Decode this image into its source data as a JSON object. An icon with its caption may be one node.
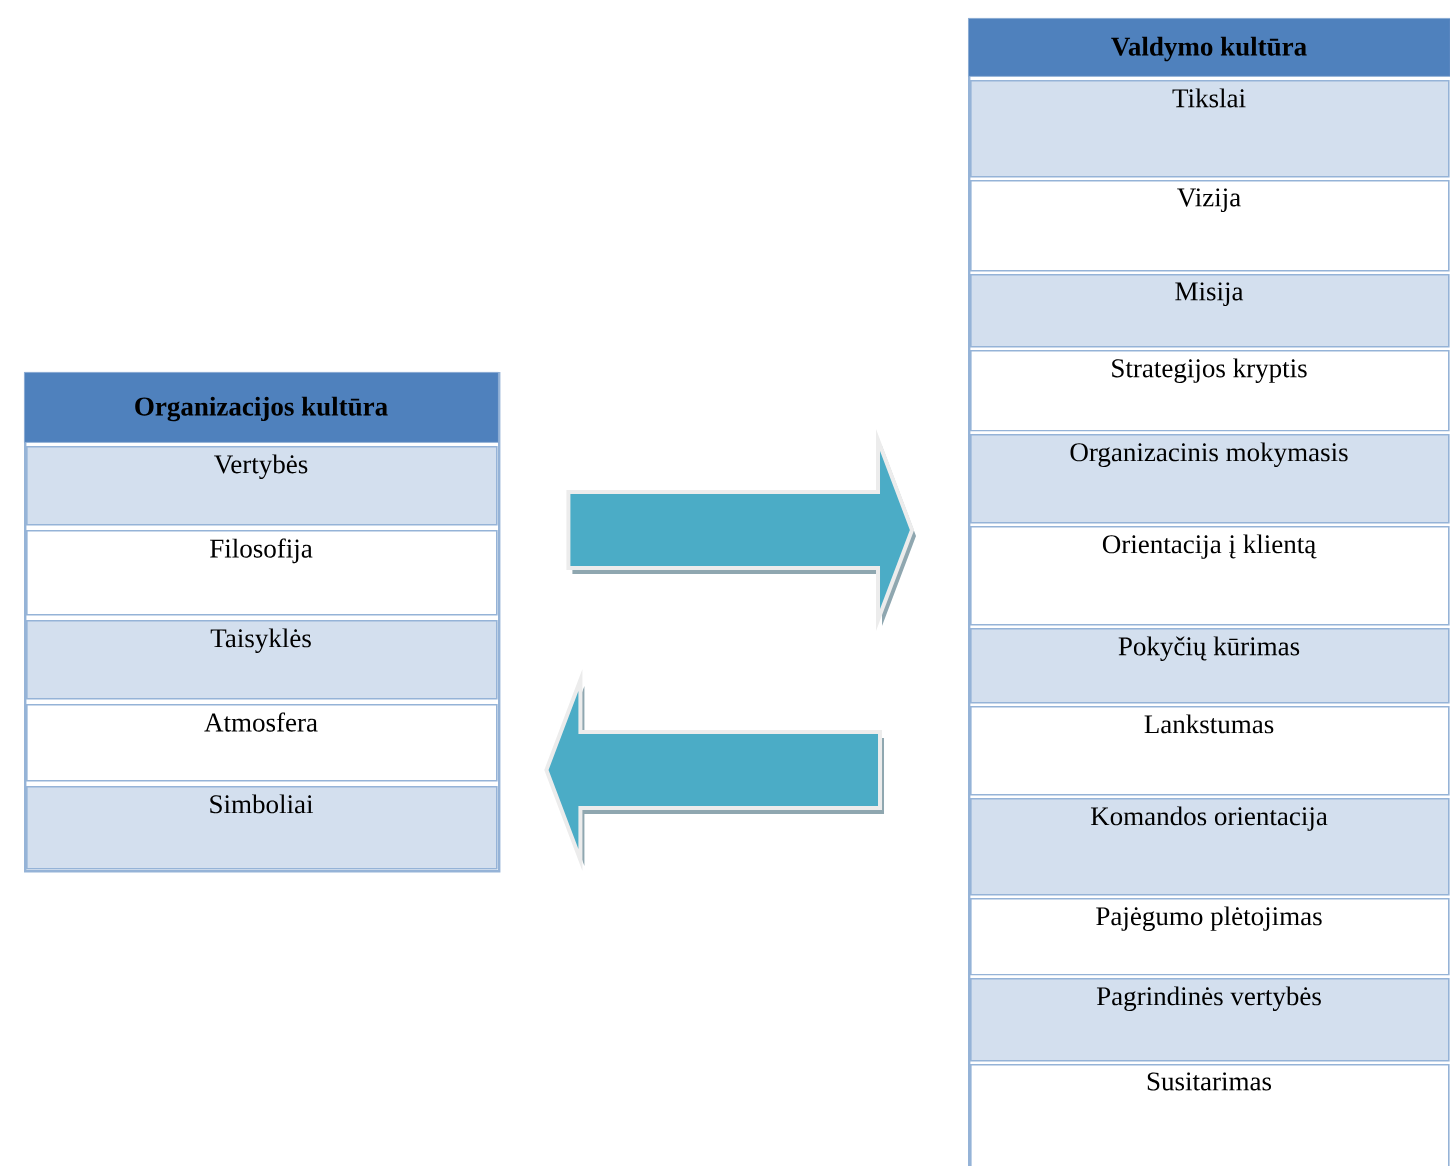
{
  "diagram": {
    "nodes": [
      {
        "text": [
          "Organizacijos kultūra"
        ]
      },
      {
        "text": [
          "Vertybės"
        ],
        "in": 0
      },
      {
        "text": [
          "Filosofija"
        ],
        "in": 0
      },
      {
        "text": [
          "Taisyklės"
        ],
        "in": 0
      },
      {
        "text": [
          "Atmosfera"
        ],
        "in": 0
      },
      {
        "text": [
          "Simboliai"
        ],
        "in": 0
      },
      {
        "text": [
          "Valdymo kultūra"
        ]
      },
      {
        "text": [
          "Tikslai"
        ],
        "in": 6
      },
      {
        "text": [
          "Vizija"
        ],
        "in": 6
      },
      {
        "text": [
          "Misija"
        ],
        "in": 6
      },
      {
        "text": [
          "Strategijos kryptis"
        ],
        "in": 6
      },
      {
        "text": [
          "Organizacinis mokymasis"
        ],
        "in": 6
      },
      {
        "text": [
          "Orientacija į klientą"
        ],
        "in": 6
      },
      {
        "text": [
          "Pokyčių kūrimas"
        ],
        "in": 6
      },
      {
        "text": [
          "Lankstumas"
        ],
        "in": 6
      },
      {
        "text": [
          "Komandos orientacija"
        ],
        "in": 6
      },
      {
        "text": [
          "Pajėgumo plėtojimas"
        ],
        "in": 6
      },
      {
        "text": [
          "Pagrindinės vertybės"
        ],
        "in": 6
      },
      {
        "text": [
          "Susitarimas"
        ],
        "in": 6
      }
    ],
    "edges": [
      {
        "from": 0,
        "to": 6,
        "arrow": "to",
        "style": "thick"
      },
      {
        "from": 6,
        "to": 0,
        "arrow": "to",
        "style": "thick"
      }
    ]
  }
}
